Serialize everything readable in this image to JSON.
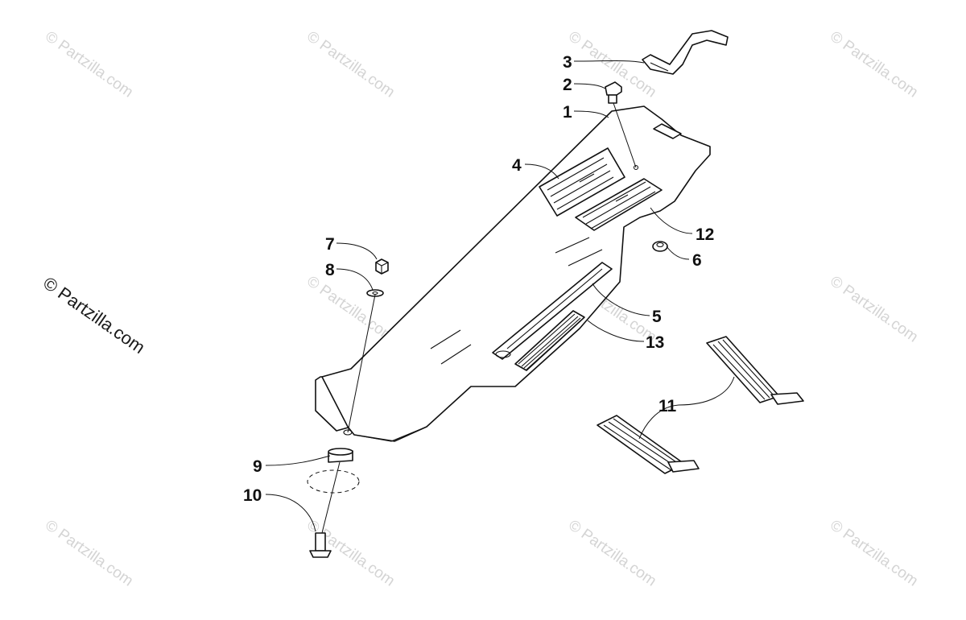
{
  "watermark": {
    "text": "© Partzilla.com",
    "main_text": "© Partzilla.com"
  },
  "callouts": {
    "c1": "1",
    "c2": "2",
    "c3": "3",
    "c4": "4",
    "c5": "5",
    "c6": "6",
    "c7": "7",
    "c8": "8",
    "c9": "9",
    "c10": "10",
    "c11": "11",
    "c12": "12",
    "c13": "13"
  },
  "colors": {
    "line": "#111111",
    "watermark": "#d4d4d4",
    "background": "#ffffff"
  }
}
